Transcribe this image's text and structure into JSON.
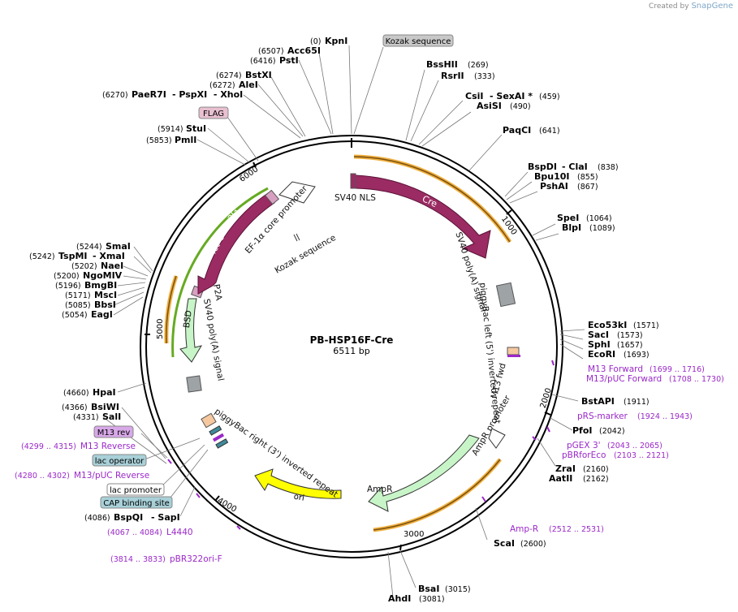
{
  "branding": {
    "created_by": "Created by",
    "app": "SnapGene"
  },
  "plasmid": {
    "name": "PB-HSP16F-Cre",
    "size": "6511 bp"
  },
  "ticks": [
    "1000",
    "2000",
    "3000",
    "4000",
    "5000",
    "6000"
  ],
  "colors": {
    "cre": "#9b2b63",
    "tet": "#9b2b63",
    "amp": "#c8f5c8",
    "ori": "#ffff00",
    "orange": "#f0b040",
    "green": "#66aa22",
    "primer": "#9a28c8"
  },
  "sites": [
    {
      "id": "kpni",
      "pos": "(0)",
      "name": "KpnI"
    },
    {
      "id": "acc65i",
      "pos": "(6507)",
      "name": "Acc65I"
    },
    {
      "id": "psti",
      "pos": "(6416)",
      "name": "PstI"
    },
    {
      "id": "bstxi",
      "pos": "(6274)",
      "name": "BstXI"
    },
    {
      "id": "alei",
      "pos": "(6272)",
      "name": "AleI"
    },
    {
      "id": "paer7i",
      "pos": "(6270)",
      "name": "PaeR7I",
      "extra": "- PspXI  - XhoI"
    },
    {
      "id": "stui",
      "pos": "(5914)",
      "name": "StuI"
    },
    {
      "id": "pmli",
      "pos": "(5853)",
      "name": "PmlI"
    },
    {
      "id": "smai",
      "pos": "(5244)",
      "name": "SmaI"
    },
    {
      "id": "tspmi",
      "pos": "(5242)",
      "name": "TspMI",
      "extra": "- XmaI"
    },
    {
      "id": "naei",
      "pos": "(5202)",
      "name": "NaeI"
    },
    {
      "id": "ngomiv",
      "pos": "(5200)",
      "name": "NgoMIV"
    },
    {
      "id": "bmgbi",
      "pos": "(5196)",
      "name": "BmgBI"
    },
    {
      "id": "msci",
      "pos": "(5171)",
      "name": "MscI"
    },
    {
      "id": "bbsi",
      "pos": "(5085)",
      "name": "BbsI"
    },
    {
      "id": "eagi",
      "pos": "(5054)",
      "name": "EagI"
    },
    {
      "id": "hpai",
      "pos": "(4660)",
      "name": "HpaI"
    },
    {
      "id": "bsiwi",
      "pos": "(4366)",
      "name": "BsiWI"
    },
    {
      "id": "sali",
      "pos": "(4331)",
      "name": "SalI"
    },
    {
      "id": "bspqi",
      "pos": "(4086)",
      "name": "BspQI",
      "extra": "- SapI"
    },
    {
      "id": "bsshii",
      "pos": "(269)",
      "name": "BssHII"
    },
    {
      "id": "rsrii",
      "pos": "(333)",
      "name": "RsrII"
    },
    {
      "id": "csii",
      "pos": "(459)",
      "name": "CsiI",
      "extra": "- SexAI *"
    },
    {
      "id": "asisi",
      "pos": "(490)",
      "name": "AsiSI"
    },
    {
      "id": "paqci",
      "pos": "(641)",
      "name": "PaqCI"
    },
    {
      "id": "bspdi",
      "pos": "(838)",
      "name": "BspDI",
      "extra": "- ClaI"
    },
    {
      "id": "bpu10i",
      "pos": "(855)",
      "name": "Bpu10I"
    },
    {
      "id": "pshai",
      "pos": "(867)",
      "name": "PshAI"
    },
    {
      "id": "spei",
      "pos": "(1064)",
      "name": "SpeI"
    },
    {
      "id": "blpi",
      "pos": "(1089)",
      "name": "BlpI"
    },
    {
      "id": "eco53ki",
      "pos": "(1571)",
      "name": "Eco53kI"
    },
    {
      "id": "saci",
      "pos": "(1573)",
      "name": "SacI"
    },
    {
      "id": "sphi",
      "pos": "(1657)",
      "name": "SphI"
    },
    {
      "id": "ecori",
      "pos": "(1693)",
      "name": "EcoRI"
    },
    {
      "id": "bstapi",
      "pos": "(1911)",
      "name": "BstAPI"
    },
    {
      "id": "pfoi",
      "pos": "(2042)",
      "name": "PfoI"
    },
    {
      "id": "zrai",
      "pos": "(2160)",
      "name": "ZraI"
    },
    {
      "id": "aatii",
      "pos": "(2162)",
      "name": "AatII"
    },
    {
      "id": "scai",
      "pos": "(2600)",
      "name": "ScaI"
    },
    {
      "id": "bsai",
      "pos": "(3015)",
      "name": "BsaI"
    },
    {
      "id": "ahdi",
      "pos": "(3081)",
      "name": "AhdI"
    }
  ],
  "primers": [
    {
      "id": "m13fwd",
      "name": "M13 Forward",
      "pos": "(1699 .. 1716)"
    },
    {
      "id": "m13puc",
      "name": "M13/pUC Forward",
      "pos": "(1708 .. 1730)"
    },
    {
      "id": "rsmarker",
      "name": "pRS-marker",
      "pos": "(1924 .. 1943)"
    },
    {
      "id": "pgex3",
      "name": "pGEX 3'",
      "pos": "(2043 .. 2065)"
    },
    {
      "id": "pbrforeco",
      "name": "pBRforEco",
      "pos": "(2103 .. 2121)"
    },
    {
      "id": "ampr",
      "name": "Amp-R",
      "pos": "(2512 .. 2531)"
    },
    {
      "id": "m13rev",
      "name": "M13 Reverse",
      "pos": "(4299 .. 4315)"
    },
    {
      "id": "m13pucrev",
      "name": "M13/pUC Reverse",
      "pos": "(4280 .. 4302)"
    },
    {
      "id": "l4440",
      "name": "L4440",
      "pos": "(4067 .. 4084)"
    },
    {
      "id": "pbr322",
      "name": "pBR322ori-F",
      "pos": "(3814 .. 3833)"
    }
  ],
  "boxes": {
    "kozak": "Kozak sequence",
    "flag": "FLAG",
    "m13rev": "M13 rev",
    "lacop": "lac operator",
    "lacprom": "lac promoter",
    "cap": "CAP binding site"
  },
  "features": {
    "cre": "Cre",
    "sv40nls": "SV40 NLS",
    "sv40polya1": "SV40 poly(A) signal",
    "pbleft": "piggyBac left (5') inverted repeat",
    "m13fwd": "M13 fwd",
    "amppromoter": "AmpR promoter",
    "ampr": "AmpR",
    "ori": "ori",
    "pbright": "piggyBac right (3') inverted repeat",
    "sv40polya2": "SV40 poly(A) signal",
    "bsd": "BSD",
    "p2a": "P2A",
    "teton": "Tet-On® 3G",
    "ef1a": "EF-1α core promoter",
    "kozak": "Kozak sequence"
  }
}
